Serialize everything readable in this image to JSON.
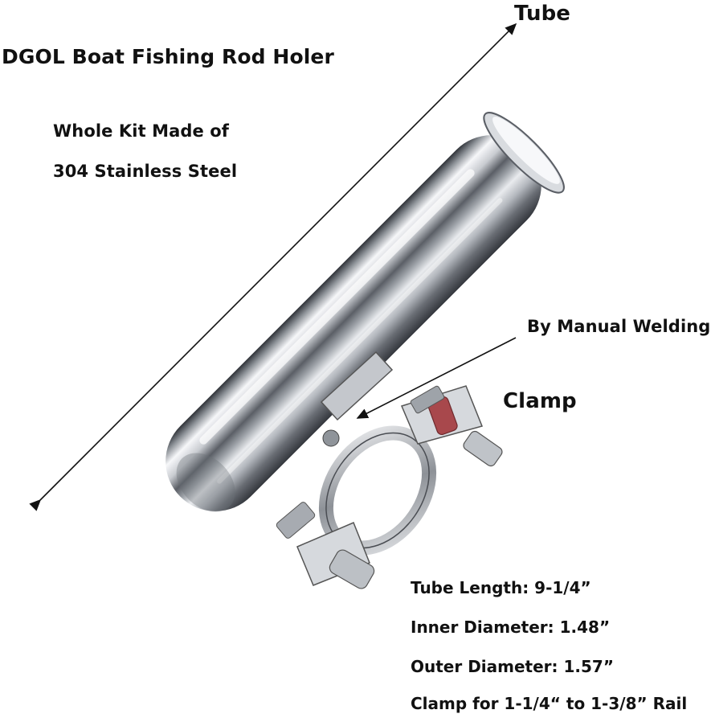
{
  "title": "DGOL Boat Fishing Rod Holer",
  "labels": {
    "tube": "Tube",
    "clamp": "Clamp",
    "welding": "By Manual Welding"
  },
  "material": {
    "line1": "Whole Kit Made of",
    "line2": "304 Stainless Steel"
  },
  "specs": [
    "Tube Length: 9-1/4”",
    "Inner Diameter: 1.48”",
    "Outer Diameter:  1.57”",
    "Clamp for 1-1/4“ to 1-3/8” Rail"
  ],
  "colors": {
    "background": "#ffffff",
    "text": "#111111",
    "steel_light": "#f4f5f7",
    "steel_dark": "#3d4046",
    "gasket": "#a8484c"
  }
}
